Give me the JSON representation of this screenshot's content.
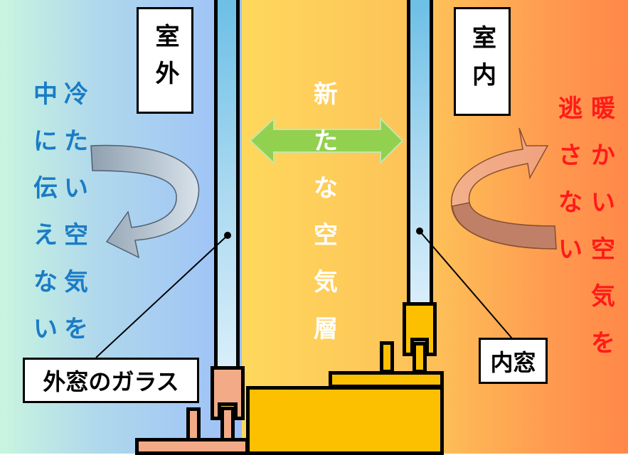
{
  "labels": {
    "outdoor": "室外",
    "indoor": "室内",
    "outer_glass": "外窓のガラス",
    "inner_window": "内窓"
  },
  "left_text": {
    "col1": [
      "冷",
      "た",
      "い",
      "空",
      "気",
      "を"
    ],
    "col2": [
      "中",
      "に",
      "伝",
      "え",
      "な",
      "い"
    ]
  },
  "center_text": [
    "新",
    "た",
    "な",
    "空",
    "気",
    "層"
  ],
  "right_text": {
    "col1": [
      "暖",
      "か",
      "い",
      "空",
      "気",
      "を"
    ],
    "col2": [
      "逃",
      "さ",
      "な",
      "い"
    ]
  },
  "colors": {
    "blue_text": "#1a7cc6",
    "red_text": "#ff1a1a",
    "arrow_green": "#92d050"
  }
}
